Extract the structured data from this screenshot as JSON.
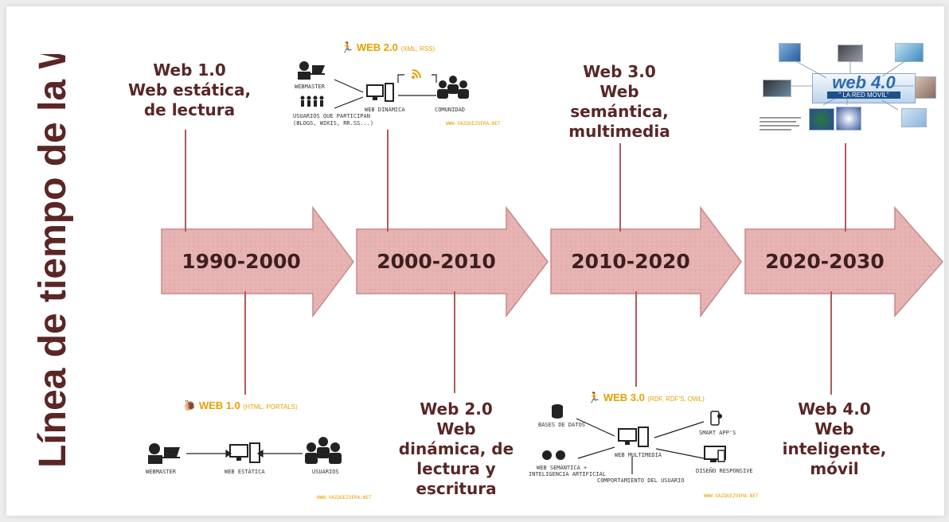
{
  "side_title": "Línea de tiempo de la Web",
  "arrows": [
    {
      "range": "1990-2000"
    },
    {
      "range": "2000-2010"
    },
    {
      "range": "2010-2020"
    },
    {
      "range": "2020-2030"
    }
  ],
  "top_labels": {
    "web1": [
      "Web 1.0",
      "Web estática,",
      "de lectura"
    ],
    "web3": [
      "Web 3.0",
      "Web",
      "semántica,",
      "multimedia"
    ]
  },
  "bottom_labels": {
    "web2": [
      "Web 2.0",
      "Web",
      "dinámica, de",
      "lectura y",
      "escritura"
    ],
    "web4": [
      "Web 4.0",
      "Web",
      "inteligente,",
      "móvil"
    ]
  },
  "diagram_web2": {
    "title": "WEB 2.0",
    "subtitle": "(XML, RSS)",
    "webmaster": "WEBMASTER",
    "users": "USUARIOS QUE PARTICIPAN",
    "users2": "(BLOGS, WIKIS, RR.SS...)",
    "center": "WEB DINÁMICA",
    "community": "COMUNIDAD",
    "source": "WWW.VAZQUEZVERA.NET"
  },
  "diagram_web1": {
    "title": "WEB 1.0",
    "subtitle": "(HTML, PORTALS)",
    "webmaster": "WEBMASTER",
    "center": "WEB ESTÁTICA",
    "users": "USUARIOS",
    "source": "WWW.VAZQUEZVERA.NET"
  },
  "diagram_web3": {
    "title": "WEB 3.0",
    "subtitle": "(RDF, RDF'S, OWL)",
    "databases": "BASES DE DATOS",
    "smart": "SMART APP'S",
    "semantic": "WEB SEMÁNTICA +",
    "semantic2": "INTELIGENCIA ARTIFICIAL",
    "center": "WEB MULTIMEDIA",
    "responsive": "DISEÑO RESPONSIVE",
    "behaviour": "COMPORTAMIENTO DEL USUARIO",
    "source": "WWW.VAZQUEZVERA.NET"
  },
  "diagram_web4": {
    "logo": "web 4.0",
    "logo_sub": "\" LA RED MOVIL\""
  },
  "colors": {
    "accent": "#5a2626",
    "arrow_fill": "#e8b4b4",
    "arrow_stroke": "#c98a8a",
    "orange": "#e8a000"
  }
}
